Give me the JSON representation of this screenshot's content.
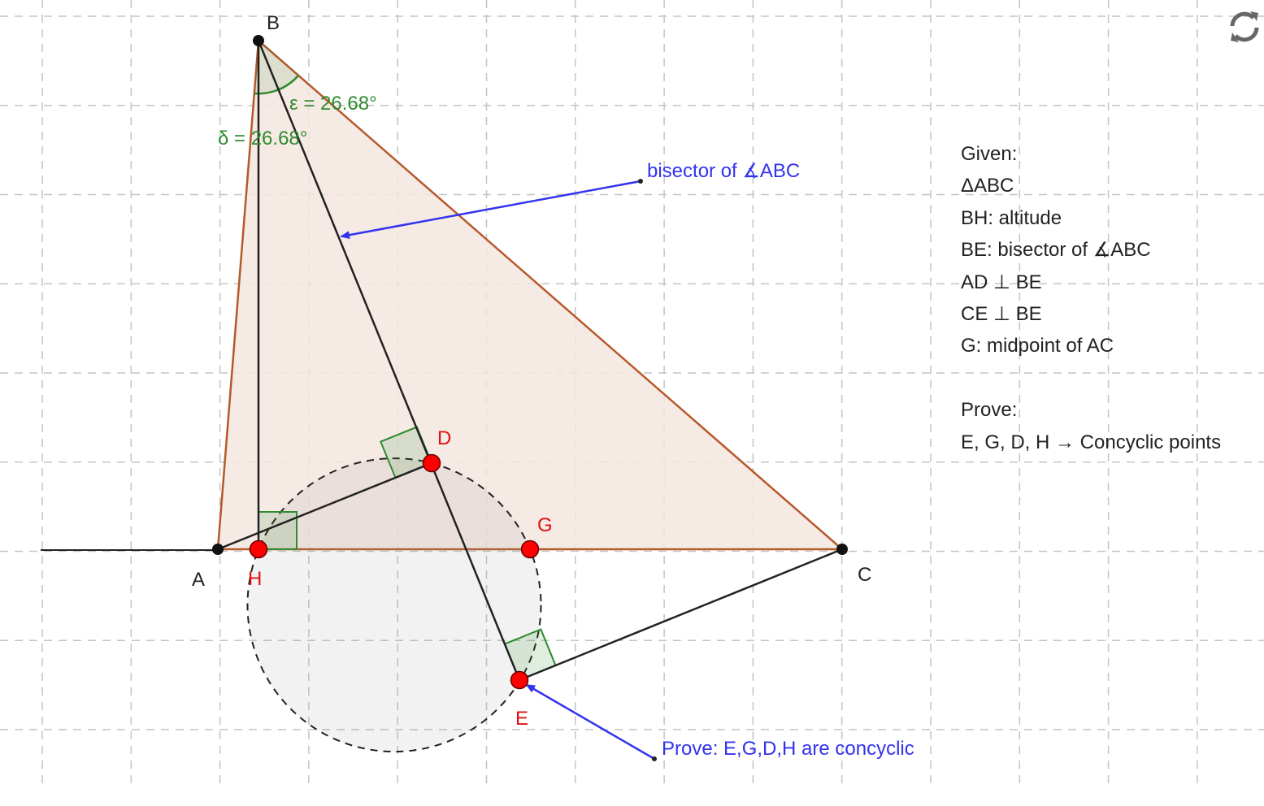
{
  "points": {
    "A": "A",
    "B": "B",
    "C": "C",
    "D": "D",
    "E": "E",
    "G": "G",
    "H": "H"
  },
  "angles": {
    "epsilon": "ε = 26.68°",
    "delta": "δ = 26.68°"
  },
  "annotations": {
    "bisector": "bisector of ∡ABC",
    "prove": "Prove: E,G,D,H are concyclic"
  },
  "panel": {
    "given_title": "Given:",
    "given": [
      "ΔABC",
      "BH: altitude",
      "BE: bisector of ∡ABC",
      "AD ⊥ BE",
      "CE ⊥ BE",
      "G: midpoint of AC"
    ],
    "prove_title": "Prove:",
    "prove": "E, G, D, H → Concyclic points"
  },
  "colors": {
    "triangle_fill": "#f5e6e1",
    "triangle_stroke": "#b5592a",
    "angle": "#2e8b2e",
    "point_red": "#ff0000",
    "annotation_blue": "#3333ee"
  },
  "icons": {
    "reset": "refresh-icon"
  }
}
